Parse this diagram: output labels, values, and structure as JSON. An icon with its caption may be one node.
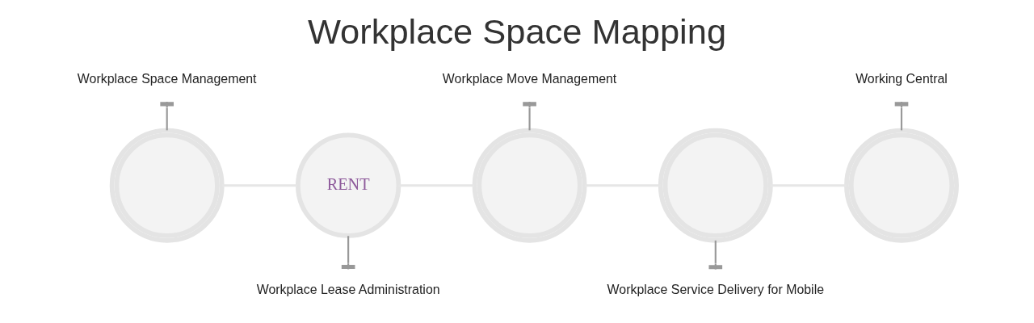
{
  "diagram": {
    "title": "Workplace Space Mapping",
    "nodes": [
      {
        "text": [
          "Workplace Space Management"
        ]
      },
      {
        "text": [],
        "shape": "picture"
      },
      {
        "text": [
          "RENT"
        ]
      },
      {
        "text": [
          "Workplace Lease Administration"
        ]
      },
      {
        "text": [
          "Workplace Move Management"
        ]
      },
      {
        "text": [],
        "shape": "picture"
      },
      {
        "text": [],
        "shape": "picture"
      },
      {
        "text": [
          "Workplace Service Delivery for Mobile"
        ]
      },
      {
        "text": [
          "Working Central"
        ]
      },
      {
        "text": [],
        "shape": "picture"
      }
    ],
    "edges": [
      {
        "from": 1,
        "to": 2,
        "arrow": "none"
      },
      {
        "from": 2,
        "to": 5,
        "arrow": "none"
      },
      {
        "from": 5,
        "to": 6,
        "arrow": "none"
      },
      {
        "from": 6,
        "to": 9,
        "arrow": "none"
      },
      {
        "from": 0,
        "to": 1,
        "arrow": "other",
        "color": "#999999"
      },
      {
        "from": 3,
        "to": 2,
        "arrow": "other",
        "color": "#999999"
      },
      {
        "from": 4,
        "to": 5,
        "arrow": "other",
        "color": "#999999"
      },
      {
        "from": 7,
        "to": 6,
        "arrow": "other",
        "color": "#999999"
      },
      {
        "from": 8,
        "to": 9,
        "arrow": "other",
        "color": "#999999"
      }
    ]
  }
}
